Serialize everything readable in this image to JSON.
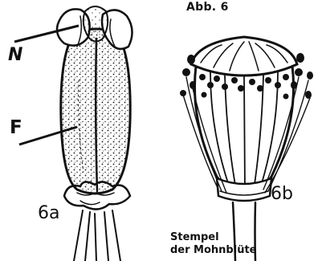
{
  "figure": {
    "title": "Abb. 6",
    "caption_line1": "Stempel",
    "caption_line2": "der Mohnblüte",
    "label_n": "N",
    "label_f": "F",
    "label_6a": "6a",
    "label_6b": "6b"
  },
  "colors": {
    "ink": "#111111",
    "paper": "#ffffff"
  }
}
